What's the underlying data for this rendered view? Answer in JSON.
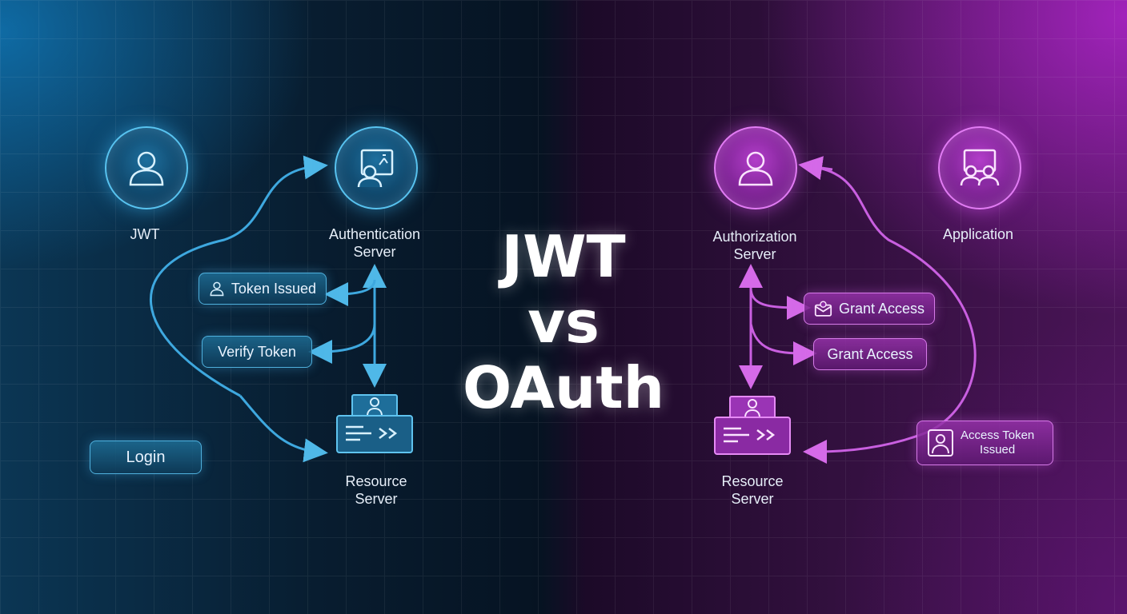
{
  "title": {
    "line1": "JWT",
    "line2": "vs",
    "line3": "OAuth"
  },
  "jwt_side": {
    "color": "#4fb8e8",
    "user_label": "JWT",
    "auth_server_label_line1": "Authentication",
    "auth_server_label_line2": "Server",
    "token_issued": "Token Issued",
    "verify_token": "Verify Token",
    "login": "Login",
    "resource_server_line1": "Resource",
    "resource_server_line2": "Server"
  },
  "oauth_side": {
    "color": "#d56ae8",
    "auth_server_label_line1": "Authorization",
    "auth_server_label_line2": "Server",
    "application_label": "Application",
    "grant_access_1": "Grant Access",
    "grant_access_2": "Grant Access",
    "access_token_line1": "Access Token",
    "access_token_line2": "Issued",
    "resource_server_line1": "Resource",
    "resource_server_line2": "Server"
  },
  "icons": [
    "user-icon",
    "presenter-icon",
    "server-terminal-icon",
    "envelope-icon",
    "two-users-icon"
  ]
}
